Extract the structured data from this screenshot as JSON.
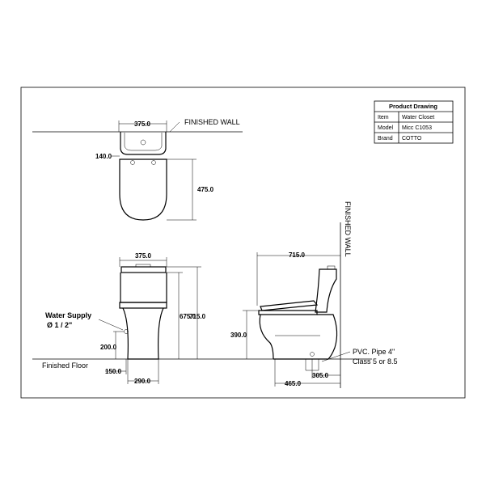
{
  "table": {
    "title": "Product Drawing",
    "rows": [
      {
        "key": "Item",
        "value": "Water Closet"
      },
      {
        "key": "Model",
        "value": "Micc C1053"
      },
      {
        "key": "Brand",
        "value": "COTTO"
      }
    ]
  },
  "top_view": {
    "width": "375.0",
    "finished_wall": "FINISHED  WALL",
    "tank_depth": "140.0",
    "bowl_length": "475.0"
  },
  "front_view": {
    "width": "375.0",
    "height_675": "675.0",
    "height_715": "715.0",
    "water_supply_label": "Water Supply",
    "water_supply_size": "Ø 1 / 2\"",
    "supply_height": "200.0",
    "supply_offset": "150.0",
    "base_width": "290.0"
  },
  "side_view": {
    "depth": "715.0",
    "finished_wall_vertical": "FINISHED  WALL",
    "seat_height": "390.0",
    "pipe_label_line1": "PVC. Pipe 4\"",
    "pipe_label_line2": "Class 5 or 8.5",
    "rough_in": "305.0",
    "base_depth": "465.0"
  },
  "floor_label": "Finished Floor"
}
